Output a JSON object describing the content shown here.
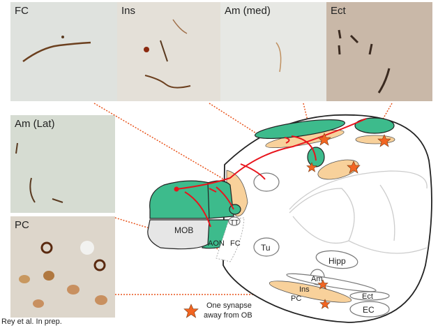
{
  "panels": [
    {
      "label": "FC",
      "bg": "#dfe2de"
    },
    {
      "label": "Ins",
      "bg": "#e4e0d8"
    },
    {
      "label": "Am (med)",
      "bg": "#e7e8e4"
    },
    {
      "label": "Ect",
      "bg": "#c9b8a8"
    },
    {
      "label": "Am (Lat)",
      "bg": "#d6dcd2"
    },
    {
      "label": "PC",
      "bg": "#ddd6cb"
    }
  ],
  "diagram": {
    "regions": [
      "MOB",
      "AON",
      "FC",
      "TT",
      "Tu",
      "Hipp",
      "Am",
      "Ins",
      "PC",
      "Ect",
      "EC"
    ],
    "legend": [
      "One synapse",
      "away from OB"
    ],
    "colors": {
      "green": "#3dbb8c",
      "tan": "#f8d19b",
      "axon": "#e8141c",
      "star": "#f26522",
      "link": "#e8541c"
    }
  },
  "caption": "Rey et al. In prep."
}
